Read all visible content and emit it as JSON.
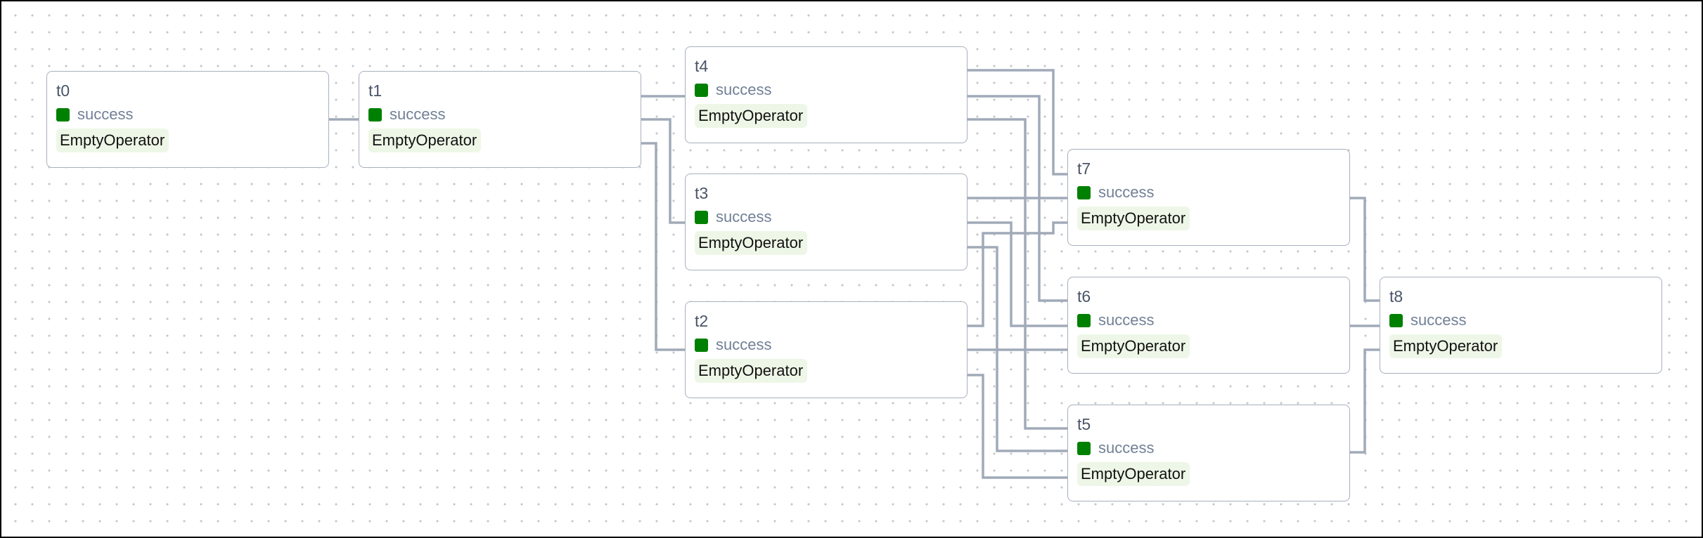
{
  "graph": {
    "colors": {
      "edge": "#a0aab8",
      "success": "#008000",
      "operator_bg": "#eef7e7",
      "node_border": "#a7b0bd"
    },
    "nodes": [
      {
        "id": "t0",
        "status": "success",
        "operator": "EmptyOperator"
      },
      {
        "id": "t1",
        "status": "success",
        "operator": "EmptyOperator"
      },
      {
        "id": "t4",
        "status": "success",
        "operator": "EmptyOperator"
      },
      {
        "id": "t3",
        "status": "success",
        "operator": "EmptyOperator"
      },
      {
        "id": "t2",
        "status": "success",
        "operator": "EmptyOperator"
      },
      {
        "id": "t7",
        "status": "success",
        "operator": "EmptyOperator"
      },
      {
        "id": "t6",
        "status": "success",
        "operator": "EmptyOperator"
      },
      {
        "id": "t5",
        "status": "success",
        "operator": "EmptyOperator"
      },
      {
        "id": "t8",
        "status": "success",
        "operator": "EmptyOperator"
      }
    ],
    "edges": [
      {
        "from": "t0",
        "to": "t1"
      },
      {
        "from": "t1",
        "to": "t4"
      },
      {
        "from": "t1",
        "to": "t3"
      },
      {
        "from": "t1",
        "to": "t2"
      },
      {
        "from": "t4",
        "to": "t7"
      },
      {
        "from": "t4",
        "to": "t6"
      },
      {
        "from": "t4",
        "to": "t5"
      },
      {
        "from": "t3",
        "to": "t7"
      },
      {
        "from": "t3",
        "to": "t6"
      },
      {
        "from": "t3",
        "to": "t5"
      },
      {
        "from": "t2",
        "to": "t7"
      },
      {
        "from": "t2",
        "to": "t6"
      },
      {
        "from": "t2",
        "to": "t5"
      },
      {
        "from": "t7",
        "to": "t8"
      },
      {
        "from": "t6",
        "to": "t8"
      },
      {
        "from": "t5",
        "to": "t8"
      }
    ]
  }
}
